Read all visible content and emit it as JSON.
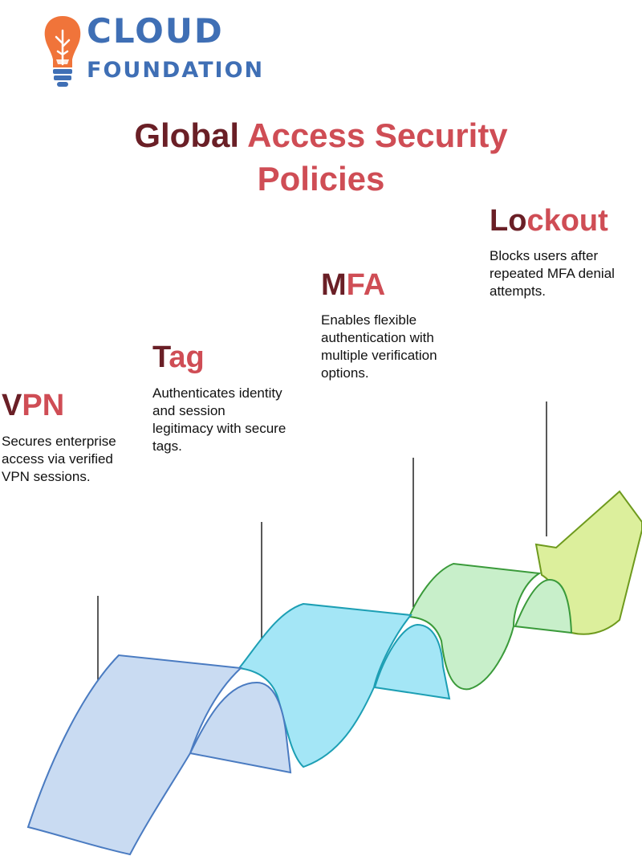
{
  "brand": {
    "word1": "CLOUD",
    "word2": "FOUNDATION",
    "primary_color": "#3f6fb5",
    "accent_color": "#f0743a",
    "icon": "lightbulb-tree-icon"
  },
  "title": {
    "part1": "Global ",
    "part2": "Access Security",
    "line2": "Policies",
    "dark_color": "#6a1f26",
    "light_color": "#cf4d55"
  },
  "steps": [
    {
      "title_a": "V",
      "title_b": "PN",
      "description": [
        "Secures enterprise",
        "access via verified",
        "VPN sessions."
      ],
      "fill": "#c9dbf2",
      "stroke": "#4a7bc1"
    },
    {
      "title_a": "T",
      "title_b": "ag",
      "description": [
        "Authenticates identity",
        "and session",
        "legitimacy with secure",
        "tags."
      ],
      "fill": "#a4e6f6",
      "stroke": "#1d9fb4"
    },
    {
      "title_a": "M",
      "title_b": "FA",
      "description": [
        "Enables flexible",
        "authentication with",
        "multiple verification",
        "options."
      ],
      "fill": "#c8efca",
      "stroke": "#3a9a3a"
    },
    {
      "title_a": "Lo",
      "title_b": "ckout",
      "description": [
        "Blocks users after",
        "repeated MFA denial",
        "attempts."
      ],
      "fill": "#dcef9c",
      "stroke": "#6e9a1d"
    }
  ]
}
